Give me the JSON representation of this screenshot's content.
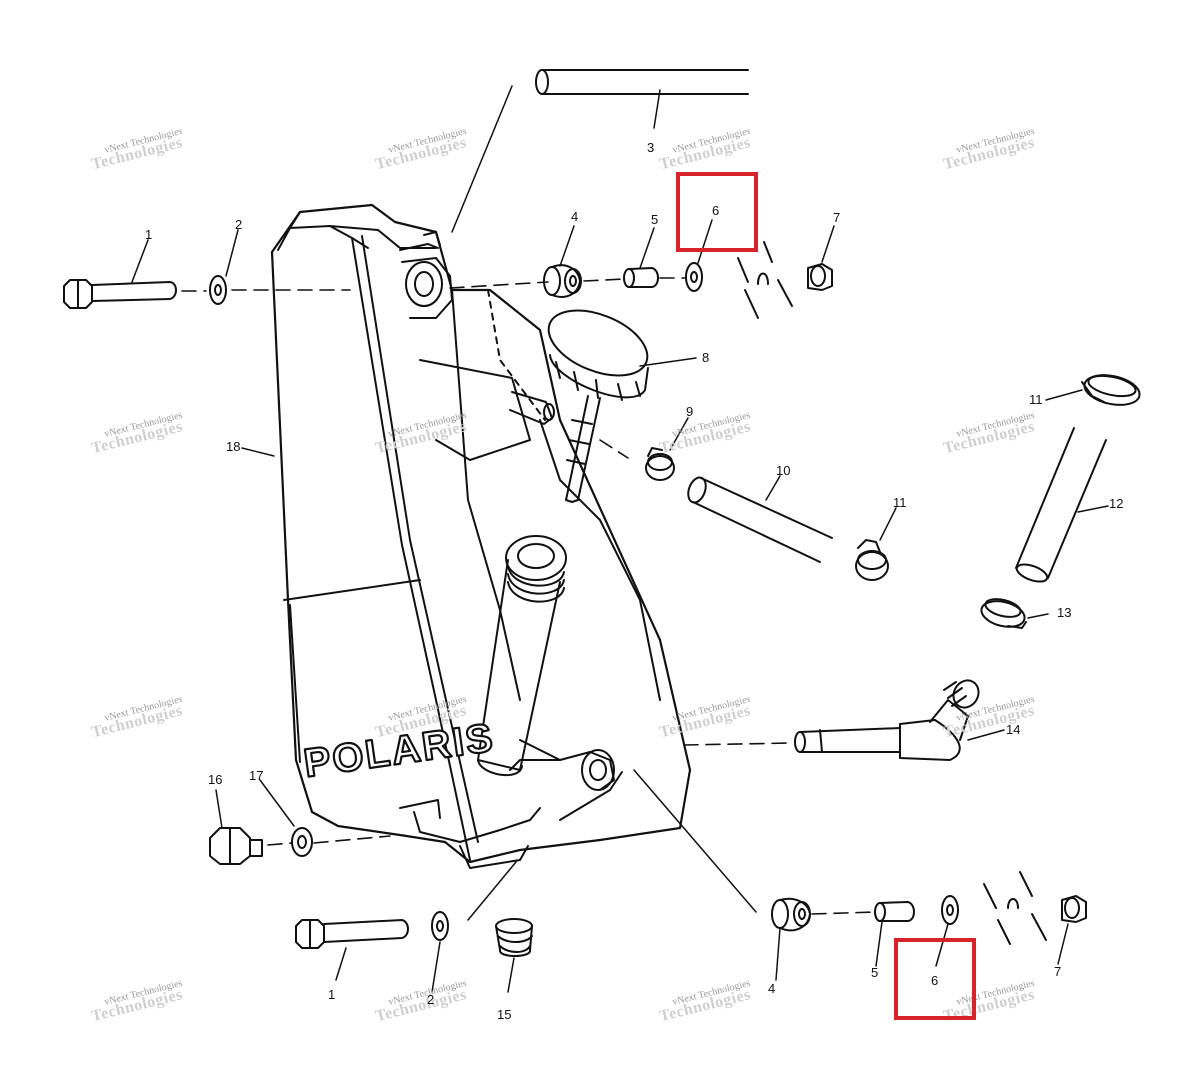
{
  "diagram": {
    "brand_text": "POLARIS",
    "watermark": {
      "line1": "vNext Technologies",
      "line2": "Technologies"
    },
    "callouts": [
      {
        "id": "c1a",
        "label": "1"
      },
      {
        "id": "c2a",
        "label": "2"
      },
      {
        "id": "c3",
        "label": "3"
      },
      {
        "id": "c4a",
        "label": "4"
      },
      {
        "id": "c5a",
        "label": "5"
      },
      {
        "id": "c6a",
        "label": "6"
      },
      {
        "id": "c7a",
        "label": "7"
      },
      {
        "id": "c8",
        "label": "8"
      },
      {
        "id": "c9",
        "label": "9"
      },
      {
        "id": "c10",
        "label": "10"
      },
      {
        "id": "c11a",
        "label": "11"
      },
      {
        "id": "c11b",
        "label": "11"
      },
      {
        "id": "c12",
        "label": "12"
      },
      {
        "id": "c13",
        "label": "13"
      },
      {
        "id": "c14",
        "label": "14"
      },
      {
        "id": "c18",
        "label": "18"
      },
      {
        "id": "c16",
        "label": "16"
      },
      {
        "id": "c17",
        "label": "17"
      },
      {
        "id": "c1b",
        "label": "1"
      },
      {
        "id": "c2b",
        "label": "2"
      },
      {
        "id": "c15",
        "label": "15"
      },
      {
        "id": "c4b",
        "label": "4"
      },
      {
        "id": "c5b",
        "label": "5"
      },
      {
        "id": "c6b",
        "label": "6"
      },
      {
        "id": "c7b",
        "label": "7"
      }
    ],
    "highlight_color": "#d8232a"
  }
}
